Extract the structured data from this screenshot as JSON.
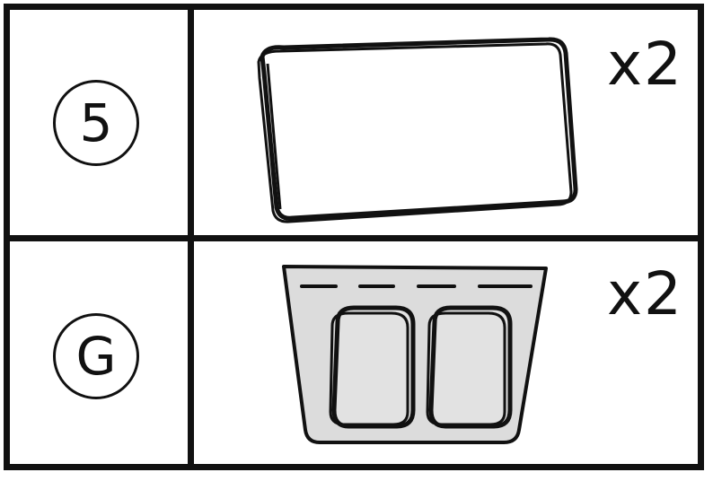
{
  "parts": [
    {
      "label": "5",
      "quantity": "x2",
      "illustration": "cushion-pad-icon",
      "fill_color": "#ffffff"
    },
    {
      "label": "G",
      "quantity": "x2",
      "illustration": "clip-sheet-icon",
      "fill_color": "#dcdcdc"
    }
  ]
}
